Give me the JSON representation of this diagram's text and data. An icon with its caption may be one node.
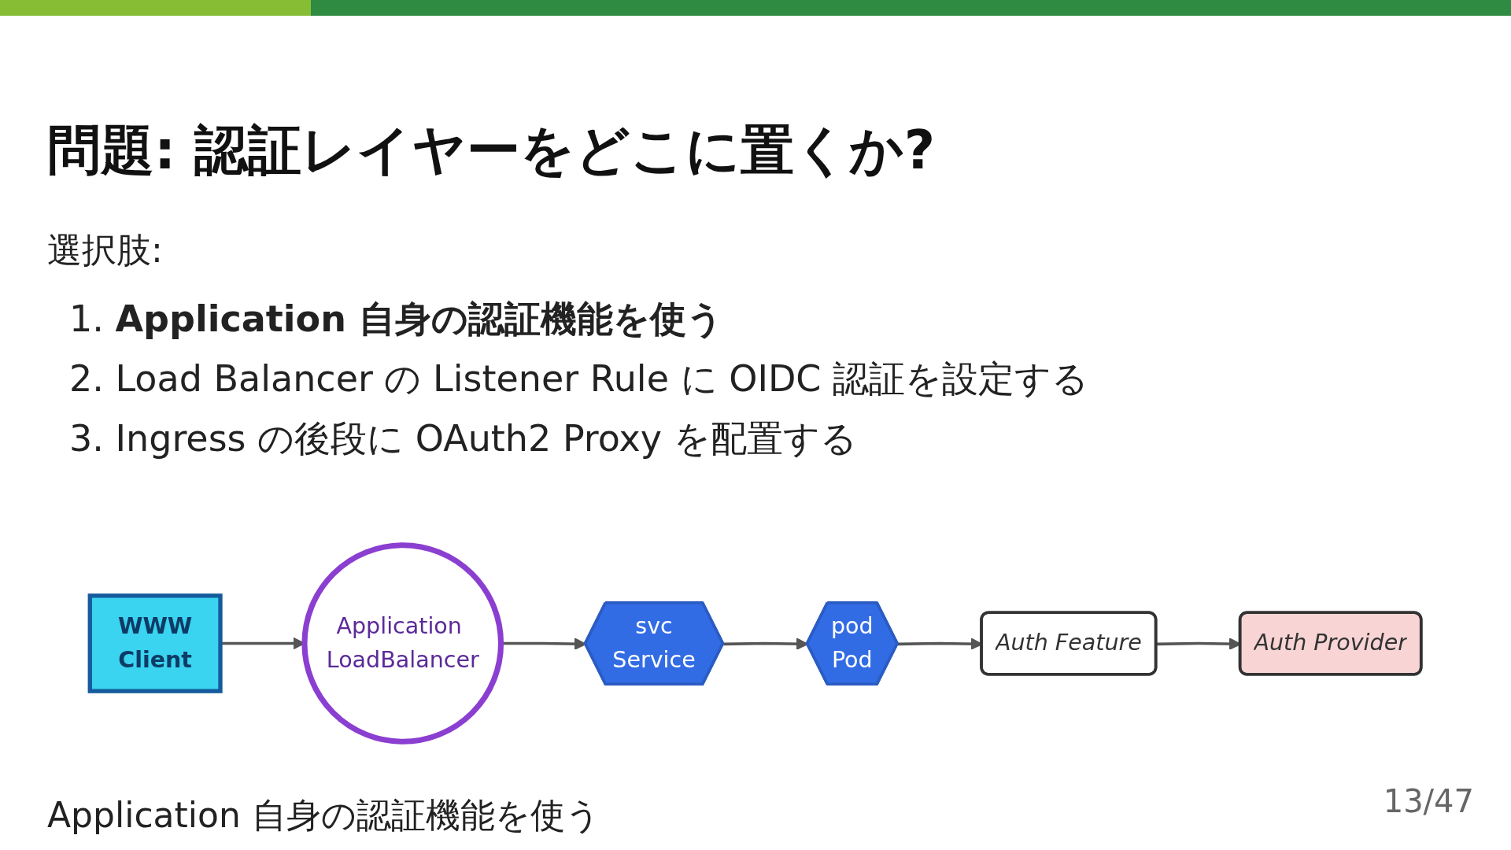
{
  "diagram": {
    "title": "問題: 認証レイヤーをどこに置くか?",
    "caption": "Application 自身の認証機能を使う",
    "nodes": [
      {
        "text": [
          "Auth Provider"
        ]
      },
      {
        "text": [
          "Auth Feature"
        ]
      },
      {
        "text": [
          "WWW",
          "Client"
        ]
      },
      {
        "text": [
          "Application LoadBalancer"
        ]
      },
      {
        "text": [
          "svc",
          "Service"
        ]
      },
      {
        "text": [
          "pod",
          "Pod"
        ]
      }
    ],
    "edges": [
      {
        "from": 2,
        "to": 3,
        "arrow": "to"
      },
      {
        "from": 3,
        "to": 4,
        "arrow": "to"
      },
      {
        "from": 4,
        "to": 5,
        "arrow": "to"
      },
      {
        "from": 5,
        "to": 1,
        "arrow": "to"
      },
      {
        "from": 1,
        "to": 0,
        "arrow": "to"
      }
    ],
    "labels": [
      "選択肢:",
      "1. **Application 自身の認証機能を使う**",
      "2. Load Balancer の Listener Rule に OIDC 認証を設定する",
      "3. Ingress の後段に OAuth2 Proxy を配置する",
      "13/47"
    ]
  }
}
